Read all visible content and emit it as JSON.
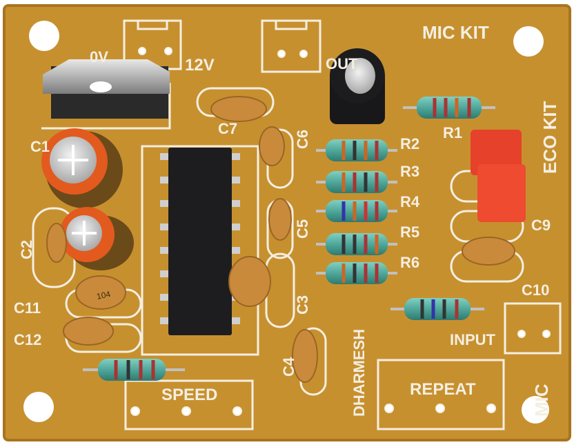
{
  "board": {
    "colors": {
      "pcb": "#c7902f",
      "pcb_edge": "#a8741f",
      "silkscreen": "#f4efe2",
      "chip": "#1d1d1f",
      "capacitor": "#c98a3c",
      "resistor": "#4fa79a",
      "jumper": "#e6412a"
    },
    "labels": {
      "mic_kit": "MIC KIT",
      "eco_kit": "ECO KIT",
      "v0": "0V",
      "v12": "12V",
      "out": "OUT",
      "c1": "C1",
      "c2": "C2",
      "c3": "C3",
      "c4": "C4",
      "c5": "C5",
      "c6": "C6",
      "c7": "C7",
      "c9": "C9",
      "c10": "C10",
      "c11": "C11",
      "c12": "C12",
      "r1": "R1",
      "r2": "R2",
      "r3": "R3",
      "r4": "R4",
      "r5": "R5",
      "r6": "R6",
      "input": "INPUT",
      "speed": "SPEED",
      "repeat": "REPEAT",
      "mic": "MIC",
      "dharmesh": "DHARMESH",
      "cap_code": "104"
    }
  }
}
